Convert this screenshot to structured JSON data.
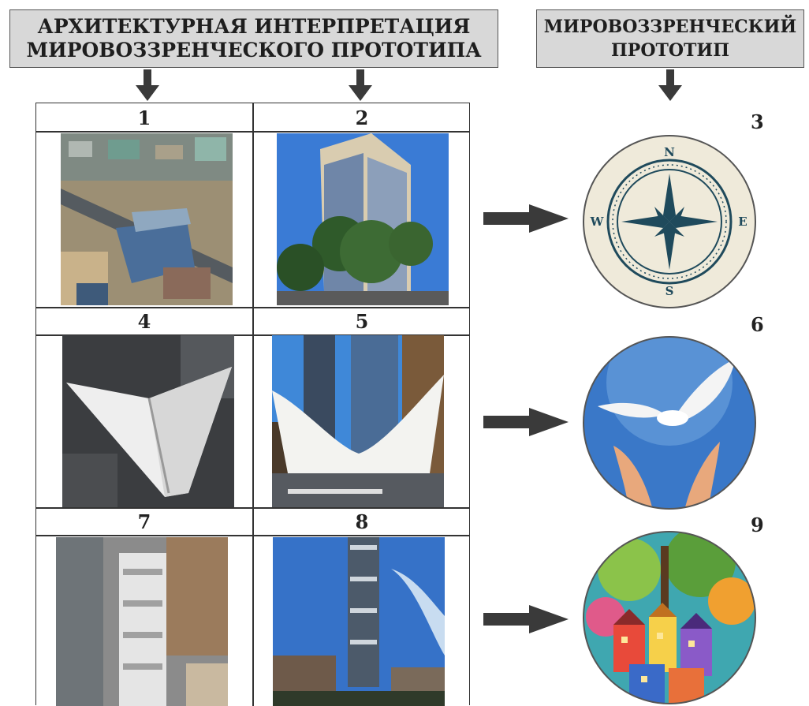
{
  "header_left": {
    "line1": "АРХИТЕКТУРНАЯ ИНТЕРПРЕТАЦИЯ",
    "line2": "МИРОВОЗЗРЕНЧЕСКОГО ПРОТОТИПА"
  },
  "header_right": {
    "line1": "МИРОВОЗЗРЕНЧЕСКИЙ",
    "line2": "ПРОТОТИП"
  },
  "grid_numbers": [
    "1",
    "2",
    "4",
    "5",
    "7",
    "8"
  ],
  "prototype_numbers": [
    "3",
    "6",
    "9"
  ],
  "compass": {
    "n": "N",
    "s": "S",
    "e": "E",
    "w": "W"
  },
  "colors": {
    "header_bg": "#d8d8d8",
    "arrow": "#3a3a3a",
    "compass_bg": "#efeada",
    "compass_ink": "#1f4a5c",
    "sky": "#3a7bd5"
  }
}
